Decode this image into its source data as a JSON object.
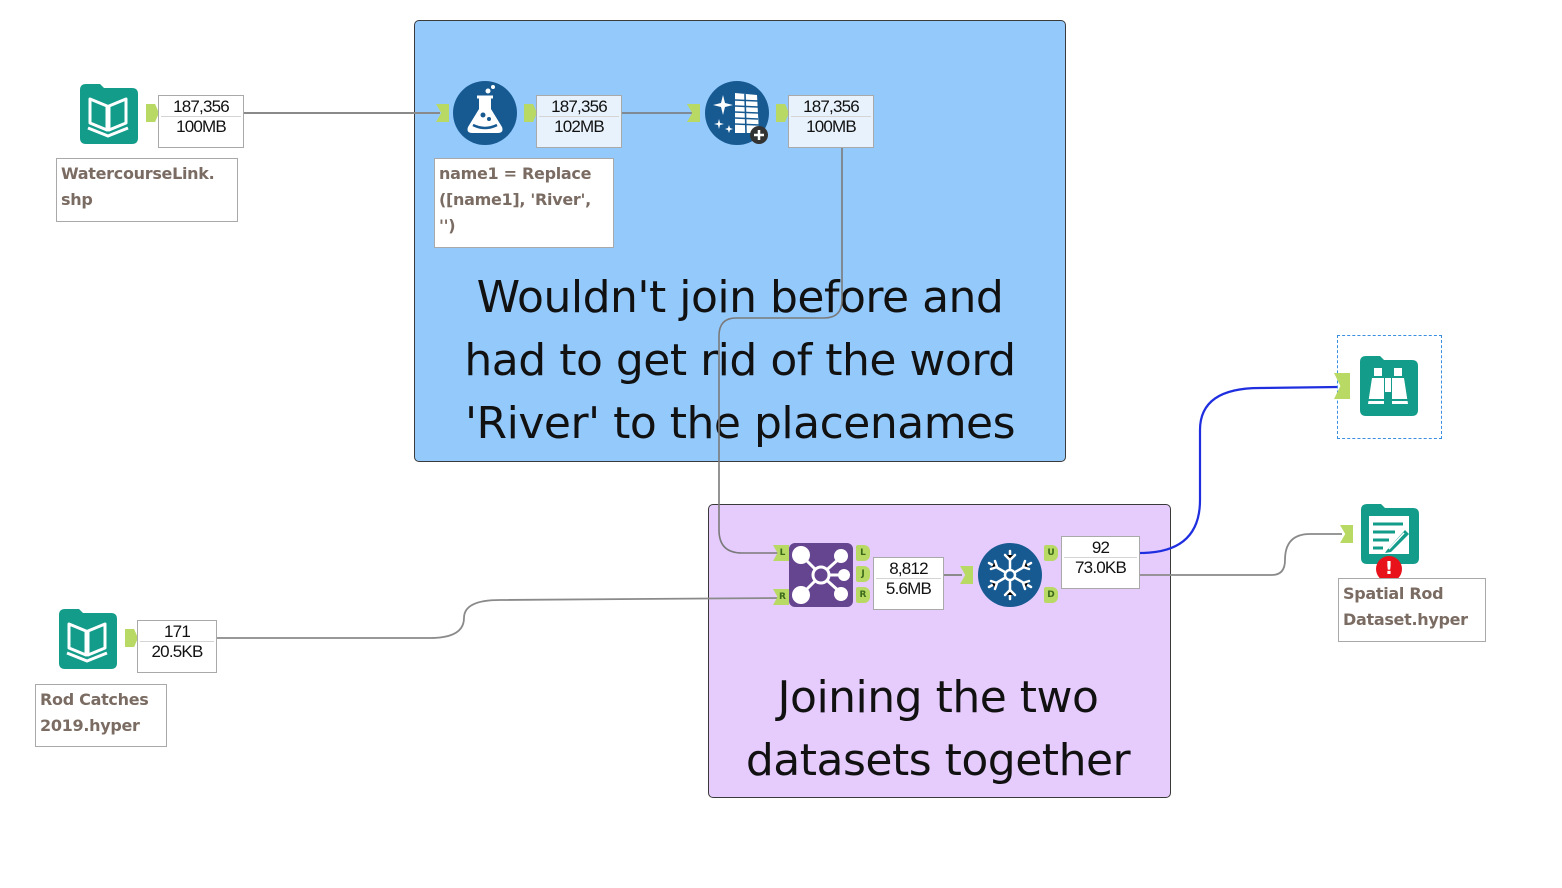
{
  "app": "Alteryx Designer workflow canvas",
  "colors": {
    "container_blue": "#94c9fc",
    "container_purple": "#e6ccfd",
    "io_tool": "#139c8a",
    "prep_tool": "#175a92",
    "join_tool": "#654490",
    "anchor": "#b9d965",
    "wire": "#8a8a8a",
    "wire_selected": "#1f2fe0",
    "error": "#e8131a"
  },
  "containers": [
    {
      "id": "blue",
      "comment": "Wouldn't join before and had to get rid of the word 'River' to the placenames"
    },
    {
      "id": "purple",
      "comment": "Joining the two datasets together"
    }
  ],
  "tools": {
    "input_watercourse": {
      "type": "Input Data",
      "icon": "book-icon",
      "annotation": "WatercourseLink.\nshp",
      "records": "187,356",
      "size": "100MB"
    },
    "formula": {
      "type": "Formula",
      "icon": "flask-icon",
      "annotation": "name1 = Replace\n([name1], 'River',\n'')",
      "records": "187,356",
      "size": "102MB"
    },
    "select": {
      "type": "Select",
      "icon": "select-table-icon",
      "records": "187,356",
      "size": "100MB"
    },
    "input_rod": {
      "type": "Input Data",
      "icon": "book-icon",
      "annotation": "Rod Catches\n2019.hyper",
      "records": "171",
      "size": "20.5KB"
    },
    "join": {
      "type": "Join",
      "icon": "join-icon",
      "inputs": [
        "L",
        "R"
      ],
      "outputs": [
        "L",
        "J",
        "R"
      ],
      "records": "8,812",
      "size": "5.6MB"
    },
    "unique": {
      "type": "Unique",
      "icon": "snowflake-icon",
      "outputs": [
        "U",
        "D"
      ],
      "records": "92",
      "size": "73.0KB"
    },
    "browse": {
      "type": "Browse",
      "icon": "binoculars-icon",
      "selected": true
    },
    "output_spatial": {
      "type": "Output Data",
      "icon": "output-doc-icon",
      "annotation": "Spatial Rod\nDataset.hyper",
      "status": "error"
    }
  },
  "wires": [
    {
      "from": "input_watercourse",
      "to": "formula"
    },
    {
      "from": "formula",
      "to": "select"
    },
    {
      "from": "select",
      "to": "join.L"
    },
    {
      "from": "input_rod",
      "to": "join.R"
    },
    {
      "from": "join.J",
      "to": "unique"
    },
    {
      "from": "unique.U",
      "to": "browse",
      "selected": true
    },
    {
      "from": "unique.U",
      "to": "output_spatial"
    }
  ]
}
